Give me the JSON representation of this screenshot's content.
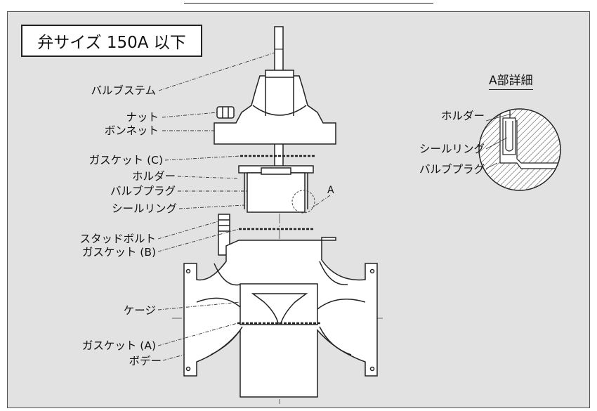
{
  "title": "弁サイズ 150A 以下",
  "labels": {
    "valve_stem": "バルブステム",
    "nut": "ナット",
    "bonnet": "ボンネット",
    "gasket_c": "ガスケット (C)",
    "holder": "ホルダー",
    "valve_plug": "バルブプラグ",
    "seal_ring": "シールリング",
    "stud_bolt": "スタッドボルト",
    "gasket_b": "ガスケット (B)",
    "cage": "ケージ",
    "gasket_a": "ガスケット (A)",
    "body": "ボデー",
    "detail_marker": "A"
  },
  "detail": {
    "title": "A部詳細",
    "holder": "ホルダー",
    "seal_ring": "シールリング",
    "valve_plug": "バルブプラグ"
  }
}
